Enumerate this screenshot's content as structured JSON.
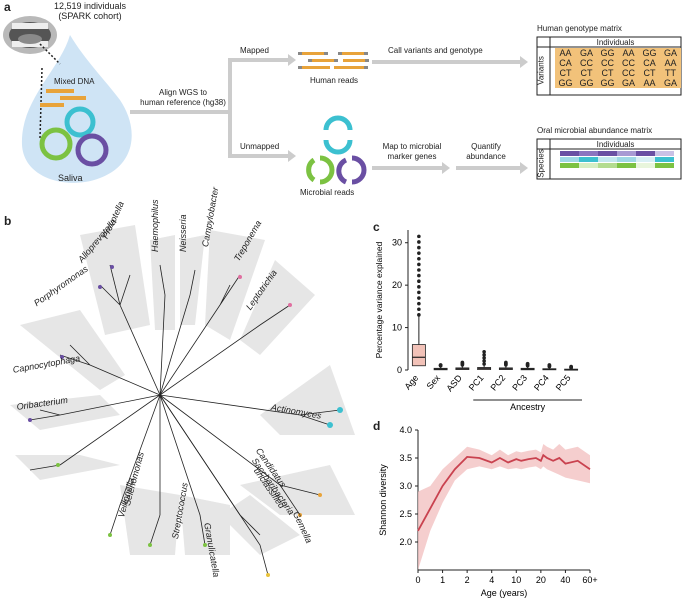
{
  "panel_a": {
    "letter": "a",
    "cohort_line1": "12,519 individuals",
    "cohort_line2": "(SPARK cohort)",
    "mixed_dna": "Mixed DNA",
    "saliva": "Saliva",
    "align_line1": "Align WGS to",
    "align_line2": "human reference (hg38)",
    "mapped": "Mapped",
    "unmapped": "Unmapped",
    "human_reads": "Human reads",
    "microbial_reads": "Microbial reads",
    "call_variants": "Call variants and genotype",
    "map_line1": "Map to microbial",
    "map_line2": "marker genes",
    "quantify_line1": "Quantify",
    "quantify_line2": "abundance",
    "human_matrix_title": "Human genotype matrix",
    "microbial_matrix_title": "Oral microbial abundance matrix",
    "individuals": "Individuals",
    "variants": "Variants",
    "species": "Species",
    "genotypes": [
      [
        "AA",
        "GA",
        "GG",
        "AA",
        "GG",
        "GA"
      ],
      [
        "CA",
        "CC",
        "CC",
        "CC",
        "CA",
        "AA"
      ],
      [
        "CT",
        "CT",
        "CT",
        "CC",
        "CT",
        "TT"
      ],
      [
        "GG",
        "GG",
        "GG",
        "GA",
        "AA",
        "GA"
      ]
    ],
    "colors": {
      "orange": "#e8a33a",
      "cyan": "#3cc0d0",
      "green": "#7cc242",
      "purple": "#6a4fa3",
      "gray_arrow": "#cccccc",
      "drop": "#cfe4f5",
      "genotype_bg": "#f2c27a"
    }
  },
  "panel_b": {
    "letter": "b",
    "genera": [
      "Prevotella",
      "Alloprevotella",
      "Porphyromonas",
      "Capnocytophaga",
      "Oribacterium",
      "Haemophilus",
      "Neisseria",
      "Campylobacter",
      "Treponema",
      "Leptotrichia",
      "Actinomyces",
      "Candidatus",
      "Saccharibacteria",
      "unclassified",
      "Gemella",
      "Granulicatella",
      "Streptococcus",
      "Veillonella",
      "Selenomonas"
    ]
  },
  "panel_c": {
    "letter": "c",
    "ylabel": "Percentage variance explained",
    "ancestry_label": "Ancestry",
    "yticks": [
      "0",
      "10",
      "20",
      "30"
    ]
  },
  "panel_d": {
    "letter": "d",
    "ylabel": "Shannon diversity",
    "xlabel": "Age (years)",
    "yticks": [
      "2.0",
      "2.5",
      "3.0",
      "3.5",
      "4.0"
    ],
    "xticks": [
      "0",
      "1",
      "2",
      "4",
      "10",
      "20",
      "40",
      "60+"
    ]
  },
  "chart_data": [
    {
      "type": "box",
      "categories": [
        "Age",
        "Sex",
        "ASD",
        "PC1",
        "PC2",
        "PC3",
        "PC4",
        "PC5"
      ],
      "ylabel": "Percentage variance explained",
      "ylim": [
        0,
        33
      ],
      "median": [
        3.0,
        0.2,
        0.3,
        0.4,
        0.3,
        0.2,
        0.15,
        0.1
      ],
      "q1": [
        1.0,
        0.05,
        0.1,
        0.1,
        0.1,
        0.05,
        0.05,
        0.03
      ],
      "q3": [
        6.0,
        0.4,
        0.5,
        0.6,
        0.5,
        0.4,
        0.3,
        0.2
      ],
      "whisker_high": [
        13.0,
        1.0,
        1.2,
        1.4,
        1.2,
        1.0,
        0.8,
        0.5
      ],
      "max_outlier": [
        31.5,
        1.2,
        1.8,
        4.3,
        1.8,
        1.5,
        1.2,
        0.8
      ]
    },
    {
      "type": "line",
      "xlabel": "Age (years)",
      "ylabel": "Shannon diversity",
      "ylim": [
        1.5,
        4.0
      ],
      "x": [
        0,
        0.5,
        1,
        1.5,
        2,
        3,
        4,
        6,
        8,
        10,
        12,
        15,
        18,
        20,
        22,
        25,
        30,
        35,
        40,
        50,
        60
      ],
      "mean": [
        2.2,
        2.6,
        3.0,
        3.3,
        3.52,
        3.5,
        3.42,
        3.5,
        3.42,
        3.48,
        3.45,
        3.48,
        3.5,
        3.45,
        3.55,
        3.5,
        3.45,
        3.5,
        3.4,
        3.45,
        3.3
      ],
      "lower": [
        1.5,
        2.2,
        2.7,
        3.1,
        3.3,
        3.35,
        3.3,
        3.35,
        3.3,
        3.32,
        3.3,
        3.33,
        3.35,
        3.3,
        3.35,
        3.3,
        3.25,
        3.2,
        3.15,
        3.1,
        3.05
      ],
      "upper": [
        2.9,
        3.0,
        3.3,
        3.5,
        3.7,
        3.65,
        3.55,
        3.65,
        3.55,
        3.62,
        3.6,
        3.63,
        3.65,
        3.6,
        3.75,
        3.7,
        3.65,
        3.75,
        3.65,
        3.7,
        3.55
      ]
    }
  ]
}
